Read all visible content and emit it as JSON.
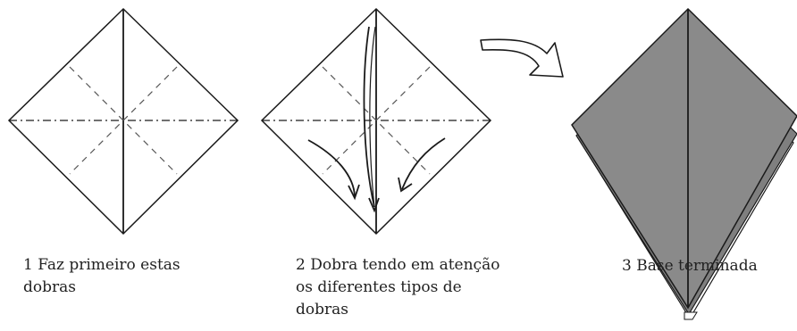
{
  "steps": [
    {
      "number": "1",
      "caption_lines": [
        "1 Faz primeiro estas",
        "dobras"
      ]
    },
    {
      "number": "2",
      "caption_lines": [
        "2 Dobra tendo em atenção",
        "os diferentes tipos de",
        "dobras"
      ]
    },
    {
      "number": "3",
      "caption_lines": [
        "3 Base terminada"
      ]
    }
  ],
  "colors": {
    "line": "#1a1a1a",
    "paper": "#ffffff",
    "folded_paper": "#8a8a8a",
    "text": "#222222"
  },
  "icons": [
    "valley-fold-line",
    "mountain-fold-line",
    "fold-direction-arrow",
    "next-step-arrow"
  ]
}
